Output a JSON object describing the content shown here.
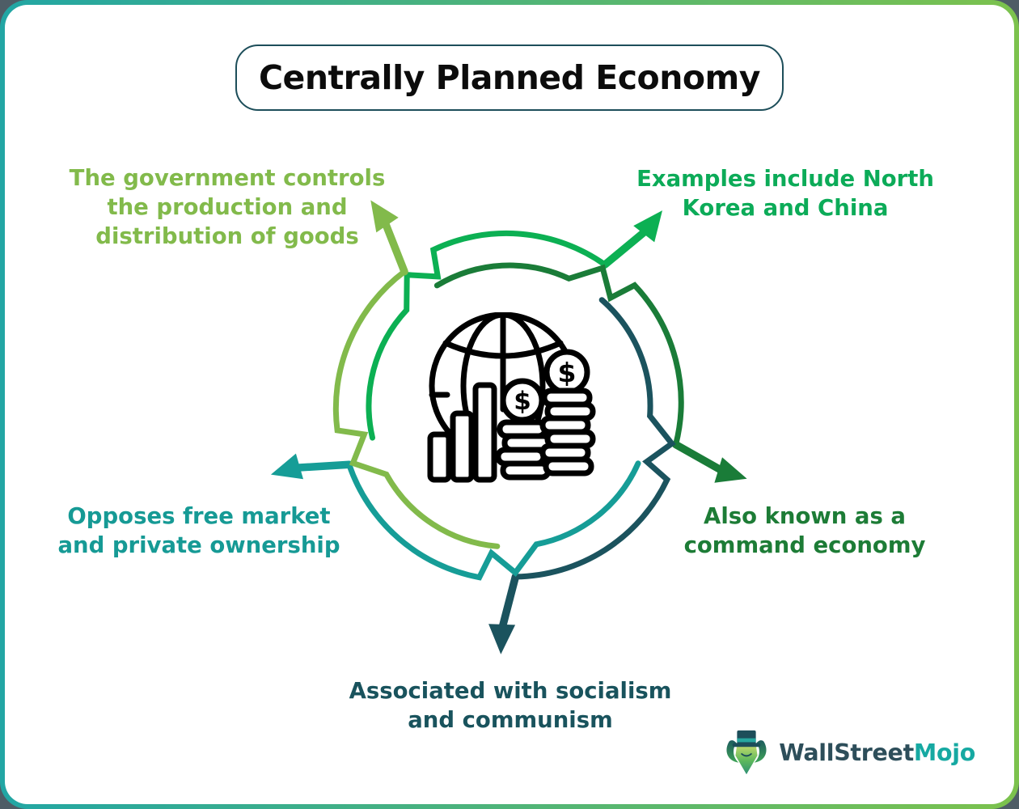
{
  "page": {
    "bg_outer": "#4e5d66",
    "card_bg": "#ffffff",
    "border_gradient": [
      "#22a6a4",
      "#7cc24d"
    ]
  },
  "title": {
    "text": "Centrally Planned Economy",
    "text_color": "#0c0c0c",
    "border_color": "#1d4e5a"
  },
  "center_icon": {
    "description": "globe with bar chart and two stacks of dollar coins",
    "color": "#000000",
    "dollar": "$"
  },
  "diagram": {
    "type": "cycle-with-radiating-arrows",
    "pieces": [
      {
        "name": "top-arc-upright-arrow",
        "color": "#0cb053",
        "inner_start": 167,
        "zig": 235,
        "arrow": 307
      },
      {
        "name": "righttop-arc-right-arrow",
        "color": "#1a7c38",
        "inner_start": 239,
        "zig": 307,
        "arrow": 376
      },
      {
        "name": "rightbottom-arc-down-arrow",
        "color": "#1b535e",
        "inner_start": 311,
        "zig": 376,
        "arrow": 451
      },
      {
        "name": "bottomleft-arc-left-arrow",
        "color": "#169d97",
        "inner_start": 384,
        "zig": 451,
        "arrow": 523
      },
      {
        "name": "lefttop-arc-upleft-arrow",
        "color": "#82ba4b",
        "inner_start": 455,
        "zig": 523,
        "arrow": 595
      }
    ],
    "labels": {
      "top_left": {
        "color": "#82ba4b",
        "lines": [
          "The government controls",
          "the production and",
          "distribution of goods"
        ]
      },
      "top_right": {
        "color": "#0cab58",
        "lines": [
          "Examples include North",
          "Korea and China"
        ]
      },
      "left": {
        "color": "#169a95",
        "lines": [
          "Opposes free market",
          "and private ownership"
        ]
      },
      "right": {
        "color": "#1d7c36",
        "lines": [
          "Also known as a",
          "command economy"
        ]
      },
      "bottom": {
        "color": "#19535d",
        "lines": [
          "Associated with socialism",
          "and communism"
        ]
      }
    }
  },
  "logo": {
    "text_part1": "WallStreet",
    "text_part2": "Mojo",
    "color_part1": "#2d4e5a",
    "color_part2": "#16a9a2"
  }
}
